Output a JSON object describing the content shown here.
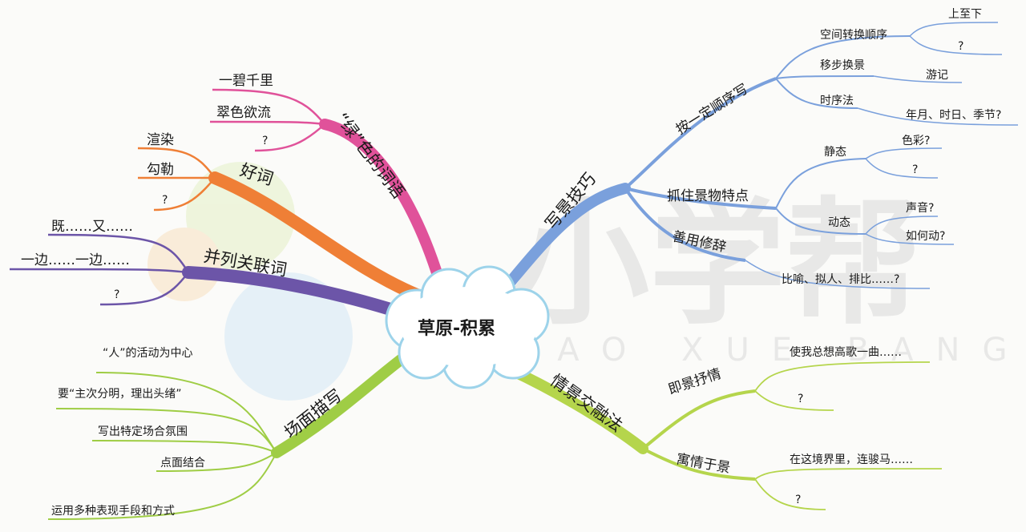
{
  "center": {
    "title": "草原-积累"
  },
  "watermark": {
    "brand": "小学帮",
    "pinyin": "XIAO XUE BANG"
  },
  "colors": {
    "pink": "#e0529a",
    "orange": "#ef7f36",
    "purple": "#6c55a8",
    "green": "#9fcd45",
    "blue": "#7aa0dc",
    "lime": "#b5d54c",
    "cloud": "#9dd3ea"
  },
  "branches": {
    "green_words": {
      "label": "“绿”色的词语",
      "leaves": [
        "一碧千里",
        "翠色欲流",
        "?"
      ]
    },
    "good_words": {
      "label": "好词",
      "leaves": [
        "渲染",
        "勾勒",
        "?"
      ]
    },
    "conjunctions": {
      "label": "并列关联词",
      "leaves": [
        "既……又……",
        "一边……一边……",
        "?"
      ]
    },
    "scene": {
      "label": "场面描写",
      "leaves": [
        "“人”的活动为中心",
        "要“主次分明，理出头绪”",
        "写出特定场合氛围",
        "点面结合",
        "运用多种表现手段和方式"
      ]
    },
    "technique": {
      "label": "写景技巧",
      "order": {
        "label": "按一定顺序写",
        "space": {
          "label": "空间转换顺序",
          "leaves": [
            "上至下",
            "?"
          ]
        },
        "moving": {
          "label": "移步换景",
          "leaf": "游记"
        },
        "time": {
          "label": "时序法",
          "leaf": "年月、时日、季节?"
        }
      },
      "features": {
        "label": "抓住景物特点",
        "static": {
          "label": "静态",
          "leaves": [
            "色彩?",
            "?"
          ]
        },
        "dynamic": {
          "label": "动态",
          "leaves": [
            "声音?",
            "如何动?"
          ]
        }
      },
      "rhetoric": {
        "label": "善用修辞",
        "leaf": "比喻、拟人、排比……?"
      }
    },
    "emotion": {
      "label": "情景交融法",
      "immediate": {
        "label": "即景抒情",
        "leaves": [
          "使我总想高歌一曲……",
          "?"
        ]
      },
      "implied": {
        "label": "寓情于景",
        "leaves": [
          "在这境界里，连骏马……",
          "?"
        ]
      }
    }
  }
}
